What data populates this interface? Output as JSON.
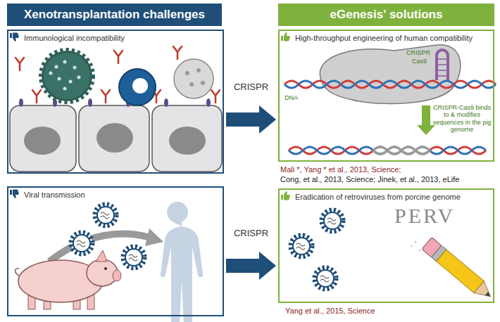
{
  "diagram": {
    "nodes": [
      {
        "text": [
          "Xenotransplantation challenges"
        ]
      },
      {
        "text": [
          "eGenesis' solutions"
        ]
      },
      {
        "text": [
          "Immunological incompatibility"
        ]
      },
      {
        "text": [
          "High-throughput engineering of human compatibility"
        ]
      },
      {
        "text": [
          "Viral transmission"
        ]
      },
      {
        "text": [
          "Eradication of retroviruses from porcine genome"
        ]
      }
    ],
    "edges": [
      {
        "from": 2,
        "to": 3,
        "arrow": "to",
        "label": "CRISPR"
      },
      {
        "from": 4,
        "to": 5,
        "arrow": "to",
        "label": "CRISPR"
      }
    ],
    "labels": [
      "CRISPR",
      "Cas9",
      "DNA",
      "CRISPR-Cas9 binds to & modifies sequences in the pig genome",
      "Mali *, Yang * et al., 2013, Science;",
      "Cong, et al., 2013, Science; Jinek, et al., 2013, eLife",
      "PERV",
      "Yang et al., 2015, Science"
    ]
  }
}
